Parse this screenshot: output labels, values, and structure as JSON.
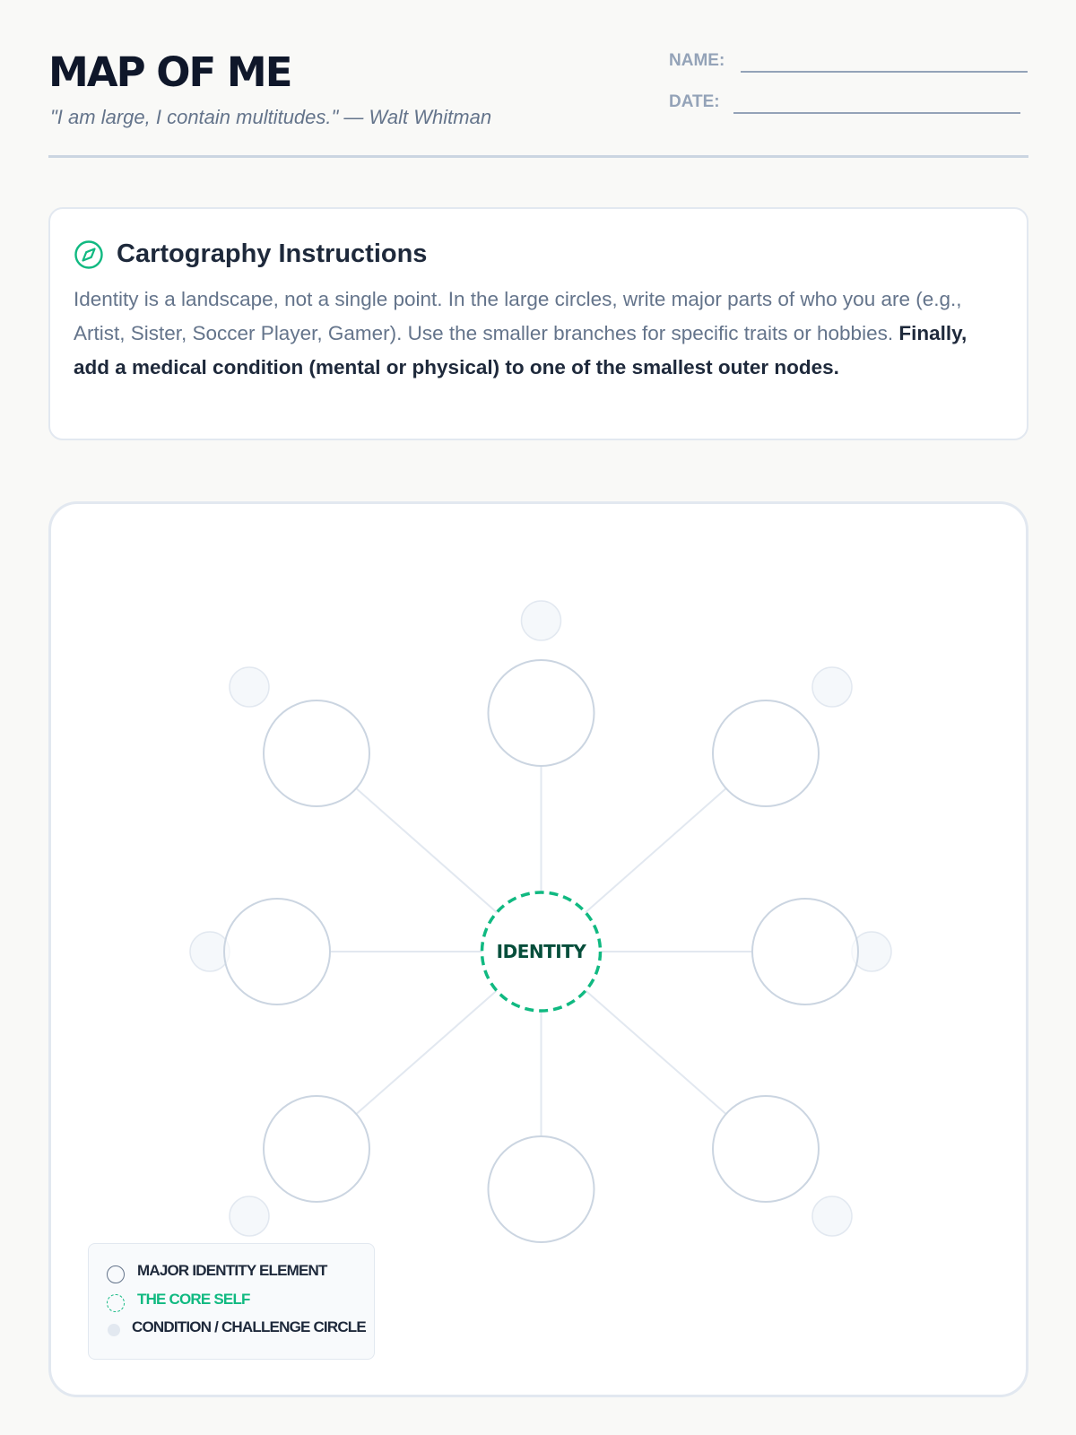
{
  "header": {
    "title": "MAP OF ME",
    "quote": "\"I am large, I contain multitudes.\" — Walt Whitman",
    "name_label": "NAME:",
    "date_label": "DATE:"
  },
  "instructions": {
    "icon": "compass-icon",
    "title": "Cartography Instructions",
    "body": "Identity is a landscape, not a single point. In the large circles, write major parts of who you are (e.g., Artist, Sister, Soccer Player, Gamer). Use the smaller branches for specific traits or hobbies. ",
    "emphasis": "Finally, add a medical condition (mental or physical) to one of the smallest outer nodes."
  },
  "map": {
    "center_label": "IDENTITY",
    "major_node_count": 8,
    "condition_node_count": 7
  },
  "legend": {
    "major": "MAJOR IDENTITY ELEMENT",
    "core": "THE CORE SELF",
    "condition": "CONDITION / CHALLENGE CIRCLE"
  },
  "colors": {
    "accent": "#10b981",
    "center_text": "#064e3b",
    "node_stroke": "#cbd5e1",
    "connector": "#e2e8f0",
    "condition_fill": "#f1f5f9"
  }
}
